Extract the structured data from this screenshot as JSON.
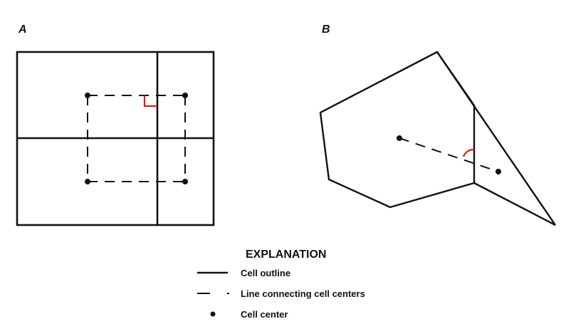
{
  "panels": {
    "a_label": "A",
    "b_label": "B"
  },
  "explanation": {
    "title": "EXPLANATION",
    "cell_outline_label": "Cell outline",
    "connecting_line_label": "Line connecting cell centers",
    "cell_center_label": "Cell center"
  },
  "colors": {
    "outline": "#111111",
    "angle_marker": "#d81e1e"
  }
}
